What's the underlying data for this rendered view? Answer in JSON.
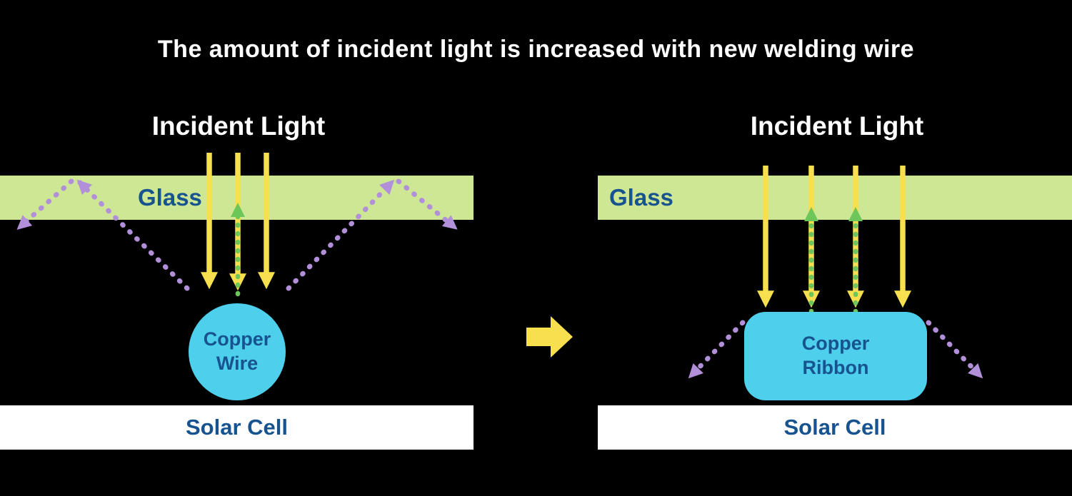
{
  "title": "The amount of incident light is increased with new welding wire",
  "colors": {
    "background": "#000000",
    "glass": "#cde794",
    "yellow": "#f8df4e",
    "green": "#6dc65a",
    "purple": "#b18fd9",
    "cyan": "#4ed0ec",
    "blue": "#17548f",
    "white": "#ffffff"
  },
  "left_panel": {
    "incident_light_label": "Incident Light",
    "glass_label": "Glass",
    "copper_label_line1": "Copper",
    "copper_label_line2": "Wire",
    "solar_cell_label": "Solar Cell"
  },
  "right_panel": {
    "incident_light_label": "Incident Light",
    "glass_label": "Glass",
    "copper_label_line1": "Copper",
    "copper_label_line2": "Ribbon",
    "solar_cell_label": "Solar Cell"
  }
}
